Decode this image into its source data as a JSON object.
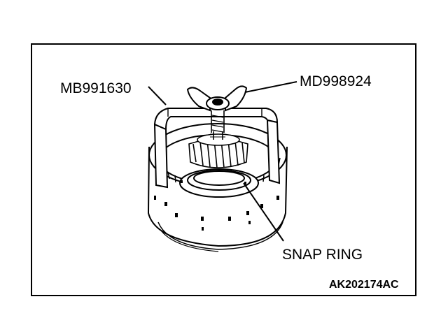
{
  "labels": {
    "tool_left": "MB991630",
    "tool_right": "MD998924",
    "part": "SNAP RING"
  },
  "figure_code": "AK202174AC",
  "colors": {
    "ink": "#000000",
    "paper": "#ffffff"
  }
}
